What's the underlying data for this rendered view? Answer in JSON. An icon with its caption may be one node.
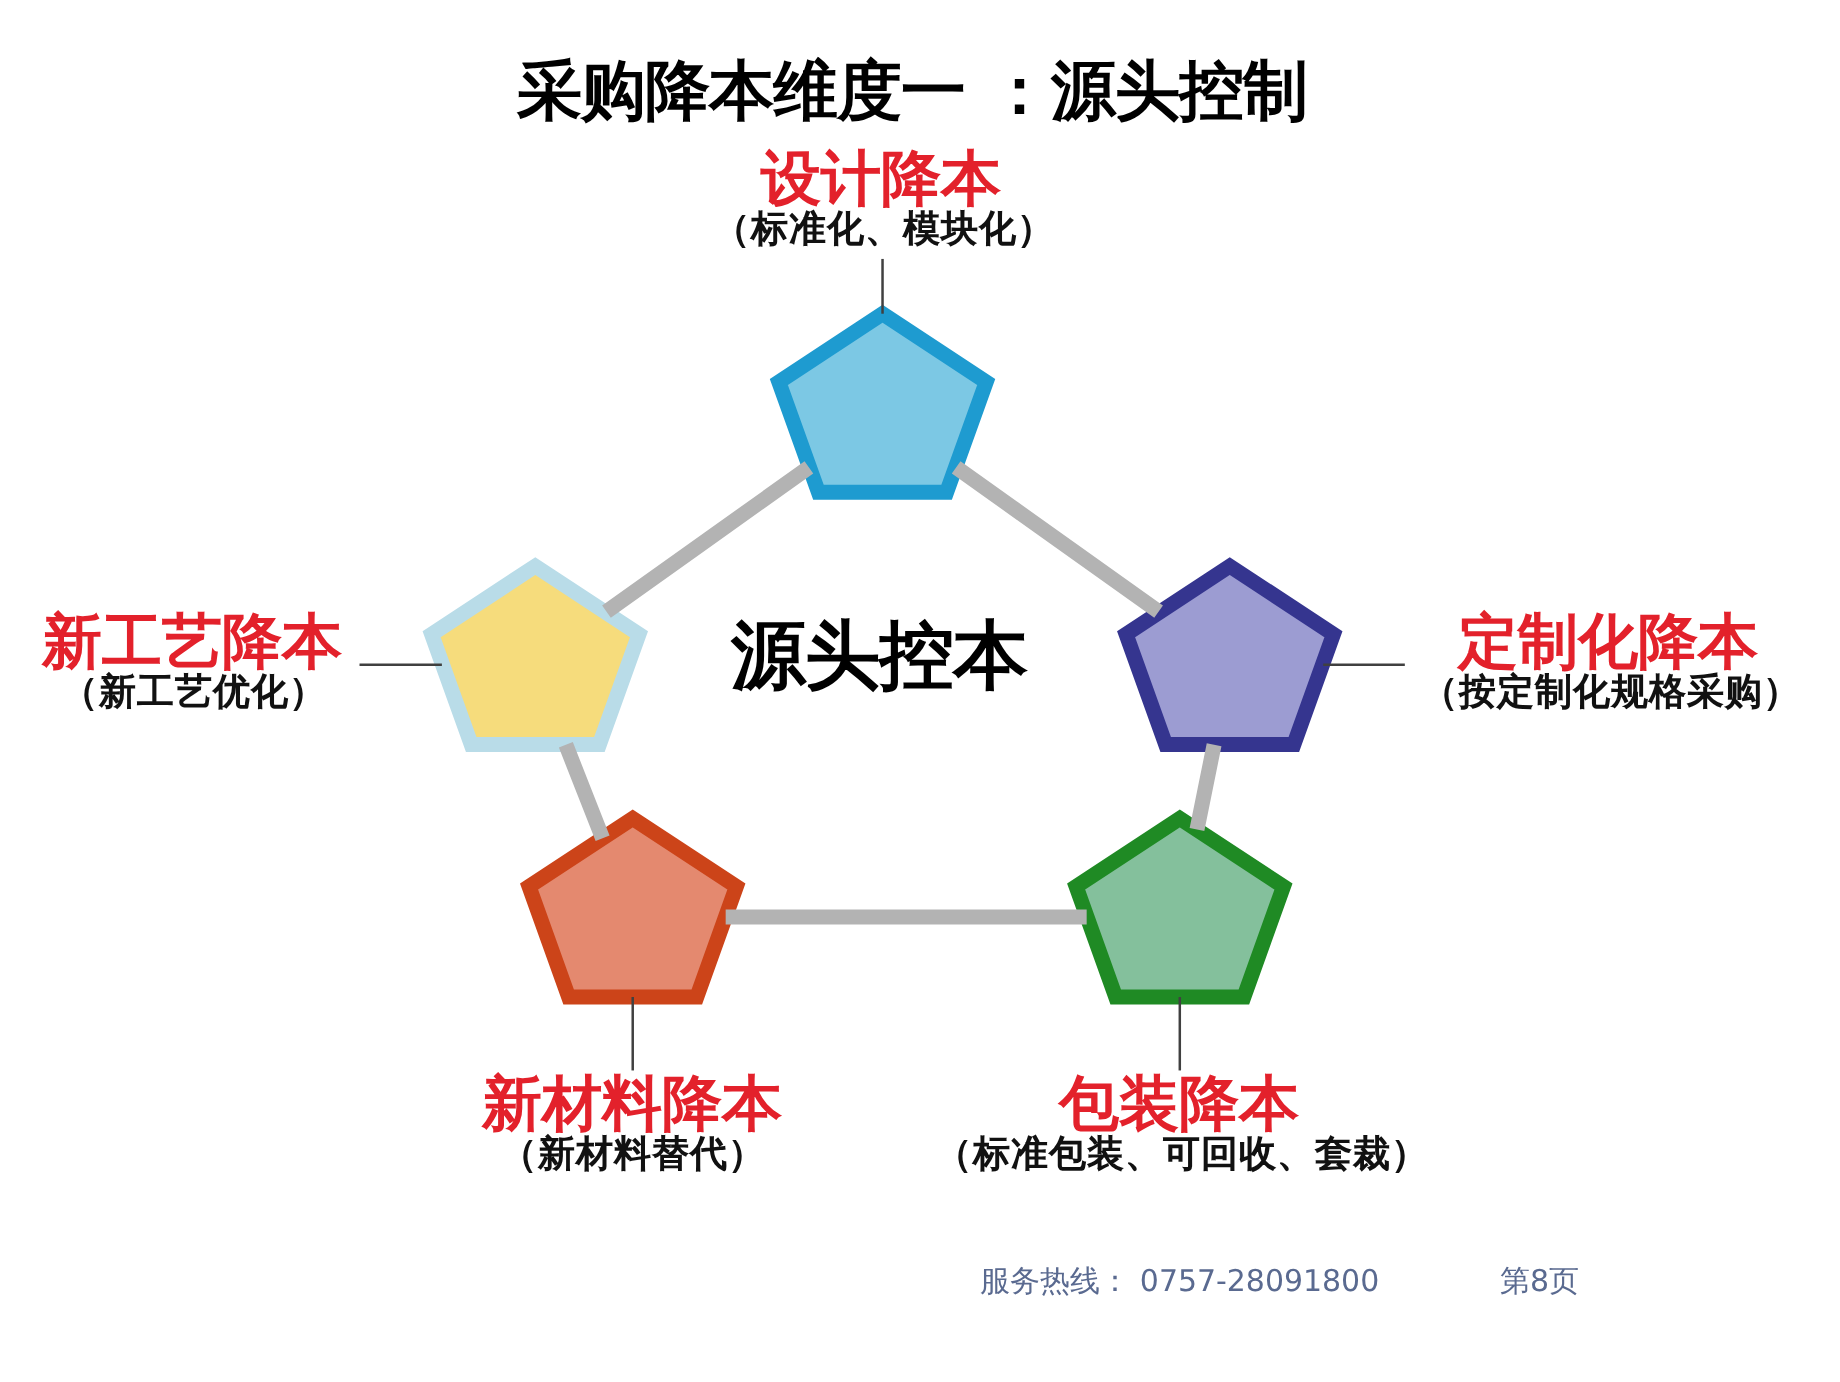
{
  "diagram": {
    "title": "采购降本维度一 ：源头控制",
    "nodes": [
      {
        "text": [
          "设计降本",
          "（标准化、模块化）"
        ]
      },
      {
        "text": [],
        "shape": "pentagon"
      },
      {
        "text": [
          "新工艺降本",
          "（新工艺优化）"
        ]
      },
      {
        "text": [],
        "shape": "pentagon"
      },
      {
        "text": [
          "定制化降本",
          "（按定制化规格采购）"
        ]
      },
      {
        "text": [],
        "shape": "pentagon"
      },
      {
        "text": [],
        "shape": "pentagon"
      },
      {
        "text": [],
        "shape": "pentagon"
      },
      {
        "text": [
          "新材料降本",
          "（新材料替代）"
        ]
      },
      {
        "text": [
          "包装降本",
          "（标准包装、可回收、套裁）"
        ]
      }
    ],
    "edges": [
      {
        "from": 0,
        "to": 1,
        "arrow": "none"
      },
      {
        "from": 2,
        "to": 3,
        "arrow": "none"
      },
      {
        "from": 5,
        "to": 4,
        "arrow": "none"
      },
      {
        "from": 6,
        "to": 8,
        "arrow": "none"
      },
      {
        "from": 7,
        "to": 9,
        "arrow": "none"
      },
      {
        "from": 1,
        "to": 3,
        "arrow": "none",
        "style": "thick",
        "color": "#b3b3b3"
      },
      {
        "from": 1,
        "to": 5,
        "arrow": "none",
        "style": "thick",
        "color": "#b3b3b3"
      },
      {
        "from": 3,
        "to": 6,
        "arrow": "none",
        "style": "thick",
        "color": "#b3b3b3"
      },
      {
        "from": 5,
        "to": 7,
        "arrow": "none",
        "style": "thick",
        "color": "#b3b3b3"
      },
      {
        "from": 6,
        "to": 7,
        "arrow": "none",
        "style": "thick",
        "color": "#b3b3b3"
      }
    ],
    "labels": [
      "源头控本",
      "服务热线： 0757-28091800",
      "第8页"
    ]
  }
}
